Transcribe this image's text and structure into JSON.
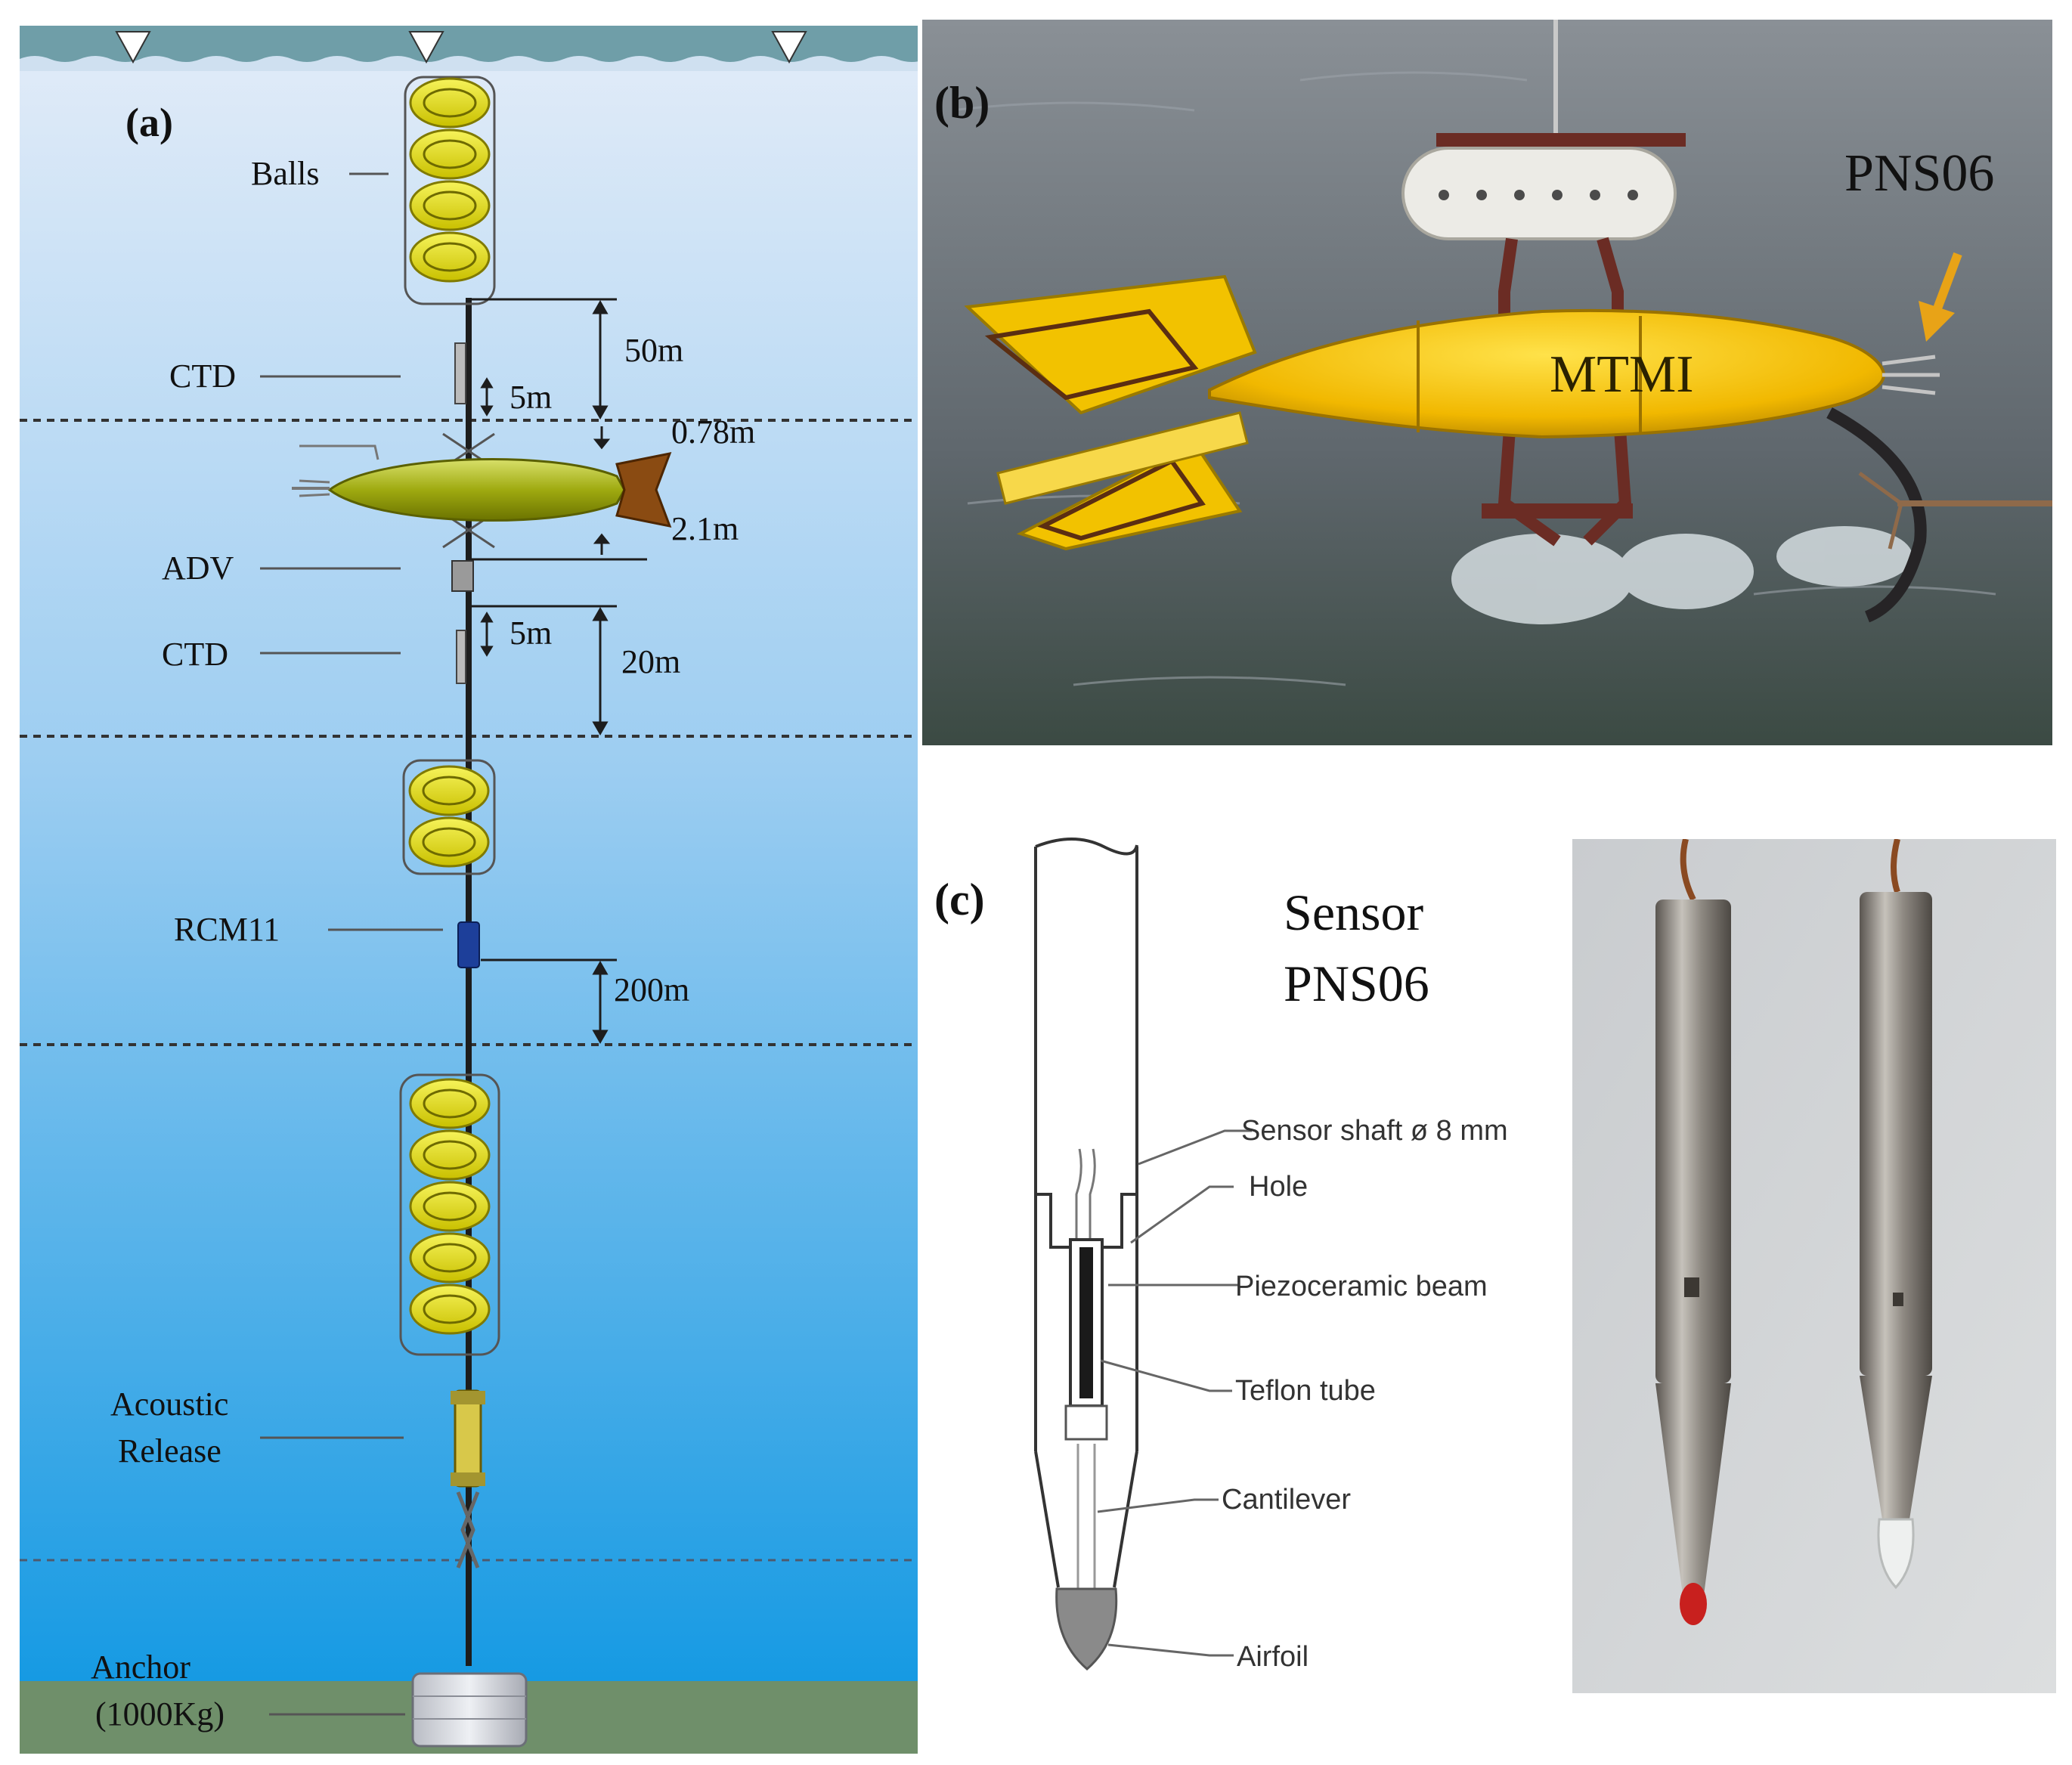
{
  "panel_a": {
    "label": "(a)",
    "labels": {
      "balls": "Balls",
      "ctd_top": "CTD",
      "adv": "ADV",
      "ctd_bottom": "CTD",
      "rcm11": "RCM11",
      "acoustic_release_line1": "Acoustic",
      "acoustic_release_line2": "Release",
      "anchor_line1": "Anchor",
      "anchor_line2": "(1000Kg)"
    },
    "dimensions": {
      "d50": "50m",
      "d5_top": "5m",
      "d078": "0.78m",
      "d21": "2.1m",
      "d5_bottom": "5m",
      "d20": "20m",
      "d200": "200m"
    },
    "colors": {
      "sea_top": "#dfeaf7",
      "sea_bottom": "#1f9be0",
      "seabed": "#6f8f6a",
      "float": "#e8e000"
    }
  },
  "panel_b": {
    "label": "(b)",
    "device_label": "MTMI",
    "sensor_label": "PNS06",
    "colors": {
      "body": "#f2c200",
      "arrow": "#e8a317",
      "water": "#6d7478"
    }
  },
  "panel_c": {
    "label": "(c)",
    "title_line1": "Sensor",
    "title_line2": "PNS06",
    "callouts": {
      "shaft": "Sensor shaft ø 8 mm",
      "hole": "Hole",
      "beam": "Piezoceramic beam",
      "tube": "Teflon tube",
      "cantilever": "Cantilever",
      "airfoil": "Airfoil"
    }
  }
}
